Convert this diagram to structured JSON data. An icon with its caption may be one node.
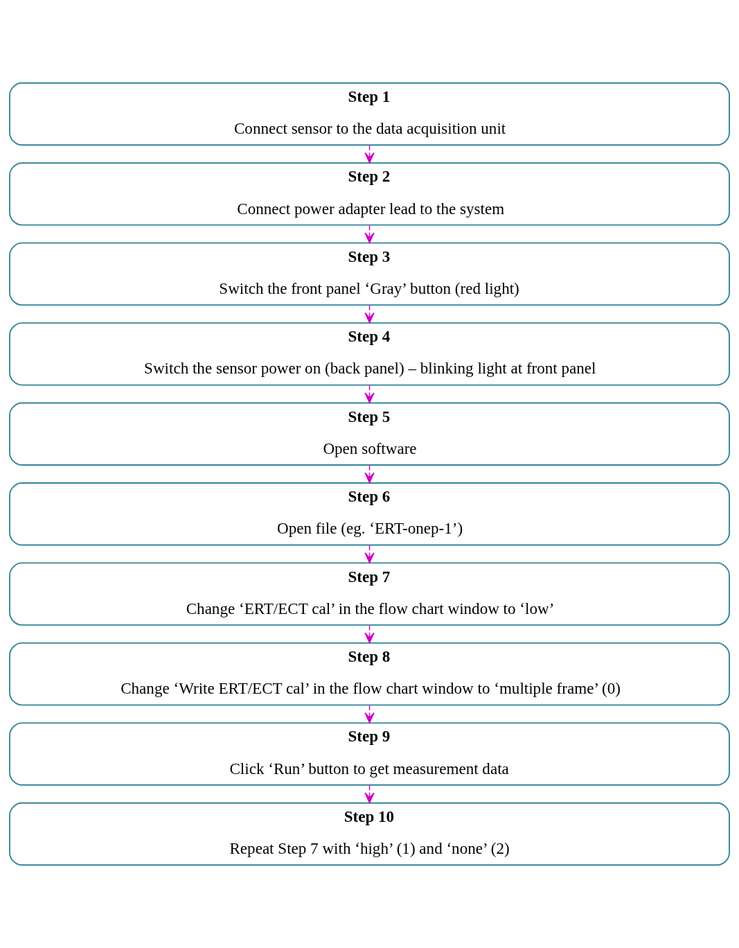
{
  "diagram": {
    "nodes": [
      {
        "text": [
          "Step 1",
          "Connect sensor to the data acquisition unit"
        ]
      },
      {
        "text": [
          "Step 2",
          "Connect power adapter lead to the system"
        ]
      },
      {
        "text": [
          "Step 3",
          "Switch the front panel ‘Gray’ button (red light)"
        ]
      },
      {
        "text": [
          "Step 4",
          "Switch the sensor power on (back panel) – blinking light at front panel"
        ]
      },
      {
        "text": [
          "Step 5",
          "Open software"
        ]
      },
      {
        "text": [
          "Step 6",
          "Open file (eg. ‘ERT-onep-1’)"
        ]
      },
      {
        "text": [
          "Step 7",
          "Change ‘ERT/ECT cal’ in the flow chart window to ‘low’"
        ]
      },
      {
        "text": [
          "Step 8",
          "Change ‘Write ERT/ECT cal’ in the flow chart window to ‘multiple frame’ (0)"
        ]
      },
      {
        "text": [
          "Step 9",
          "Click ‘Run’ button to get measurement data"
        ]
      },
      {
        "text": [
          "Step 10",
          "Repeat Step 7 with ‘high’ (1) and ‘none’ (2)"
        ]
      }
    ],
    "edges": [
      {
        "from": 0,
        "to": 1,
        "arrow": "to",
        "style": "dashed",
        "color": "#cc00cc"
      },
      {
        "from": 1,
        "to": 2,
        "arrow": "to",
        "style": "dashed",
        "color": "#cc00cc"
      },
      {
        "from": 2,
        "to": 3,
        "arrow": "to",
        "style": "dashed",
        "color": "#cc00cc"
      },
      {
        "from": 3,
        "to": 4,
        "arrow": "to",
        "style": "dashed",
        "color": "#cc00cc"
      },
      {
        "from": 4,
        "to": 5,
        "arrow": "to",
        "style": "dashed",
        "color": "#cc00cc"
      },
      {
        "from": 5,
        "to": 6,
        "arrow": "to",
        "style": "dashed",
        "color": "#cc00cc"
      },
      {
        "from": 6,
        "to": 7,
        "arrow": "to",
        "style": "dashed",
        "color": "#cc00cc"
      },
      {
        "from": 7,
        "to": 8,
        "arrow": "to",
        "style": "dashed",
        "color": "#cc00cc"
      },
      {
        "from": 8,
        "to": 9,
        "arrow": "to",
        "style": "dashed",
        "color": "#cc00cc"
      }
    ]
  }
}
